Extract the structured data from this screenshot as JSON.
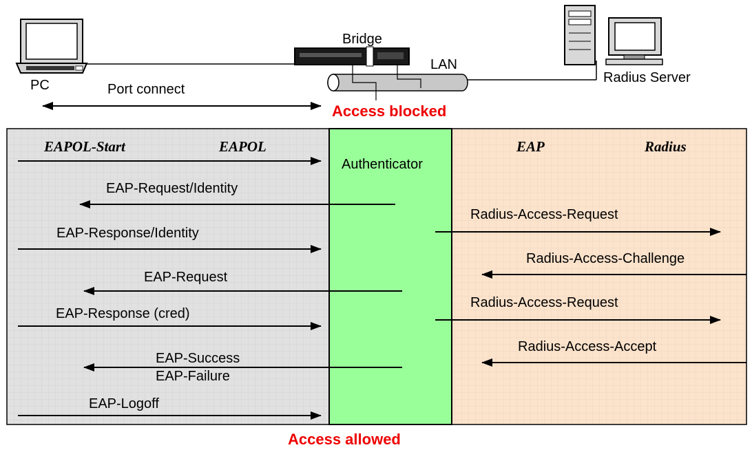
{
  "top": {
    "pc_label": "PC",
    "bridge_label": "Bridge",
    "lan_label": "LAN",
    "server_label": "Radius Server",
    "port_connect_label": "Port connect",
    "access_blocked_label": "Access blocked"
  },
  "panels": {
    "client_header_left": "EAPOL-Start",
    "client_header_right": "EAPOL",
    "authenticator_label": "Authenticator",
    "server_header_left": "EAP",
    "server_header_right": "Radius",
    "client_color": "#e1e1e1",
    "authenticator_color": "#99ff99",
    "server_color": "#fce3cc"
  },
  "messages": {
    "eap_request_identity": "EAP-Request/Identity",
    "eap_response_identity": "EAP-Response/Identity",
    "eap_request": "EAP-Request",
    "eap_response_cred": "EAP-Response (cred)",
    "eap_success": "EAP-Success",
    "eap_failure": "EAP-Failure",
    "eap_logoff": "EAP-Logoff",
    "radius_access_request_1": "Radius-Access-Request",
    "radius_access_challenge": "Radius-Access-Challenge",
    "radius_access_request_2": "Radius-Access-Request",
    "radius_access_accept": "Radius-Access-Accept"
  },
  "footer": {
    "access_allowed_label": "Access allowed"
  },
  "colors": {
    "alert_red": "#ee0000"
  }
}
